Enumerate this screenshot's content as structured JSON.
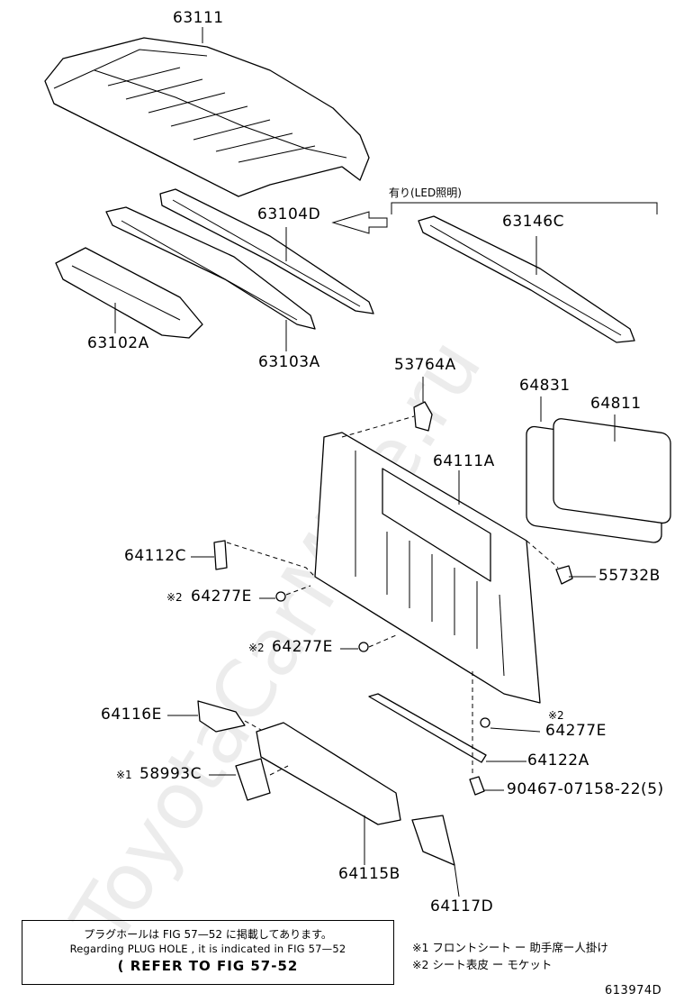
{
  "parts": {
    "p63111": "63111",
    "p63104D": "63104D",
    "p63146C": "63146C",
    "p63102A": "63102A",
    "p63103A": "63103A",
    "p53764A": "53764A",
    "p64831": "64831",
    "p64811": "64811",
    "p64111A": "64111A",
    "p64112C": "64112C",
    "p55732B": "55732B",
    "p64277E_1": "64277E",
    "p64277E_2": "64277E",
    "p64277E_3": "64277E",
    "p64116E": "64116E",
    "p64122A": "64122A",
    "p58993C": "58993C",
    "p90467": "90467-07158-22(5)",
    "p64115B": "64115B",
    "p64117D": "64117D"
  },
  "marks": {
    "m1": "※1",
    "m2a": "※2",
    "m2b": "※2",
    "m2c": "※2"
  },
  "led_option": "有り(LED照明)",
  "watermark": "ToyotaCarMine.ru",
  "note": {
    "line1": "プラグホールは FIG 57—52 に掲載してあります。",
    "line2": "Regarding PLUG HOLE , it is indicated in FIG 57—52",
    "line3": "( REFER TO FIG 57-52"
  },
  "legend": {
    "item1": "※1 フロントシート ー 助手席ー人掛け",
    "item2": "※2 シート表皮 ー モケット"
  },
  "figure_id": "613974D"
}
